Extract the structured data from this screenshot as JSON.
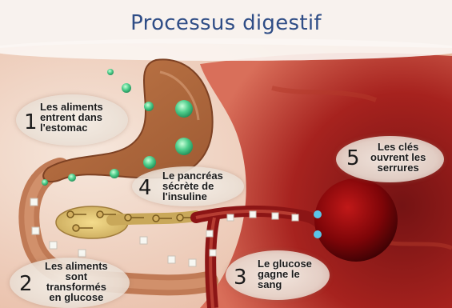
{
  "title": "Processus digestif",
  "steps": [
    {
      "number": "1",
      "lines": [
        "Les aliments",
        "entrent dans",
        "l'estomac"
      ]
    },
    {
      "number": "2",
      "lines": [
        "Les aliments",
        "sont",
        "transformés",
        "en glucose"
      ]
    },
    {
      "number": "3",
      "lines": [
        "Le glucose",
        "gagne le",
        "sang"
      ]
    },
    {
      "number": "4",
      "lines": [
        "Le pancréas",
        "sécrète de",
        "l'insuline"
      ]
    },
    {
      "number": "5",
      "lines": [
        "Les clés",
        "ouvrent les",
        "serrures"
      ]
    }
  ],
  "colors": {
    "title": "#2f4d86",
    "stomach": "#b0673e",
    "blood": "#8c0e12",
    "granule": "#3fbf7f"
  }
}
